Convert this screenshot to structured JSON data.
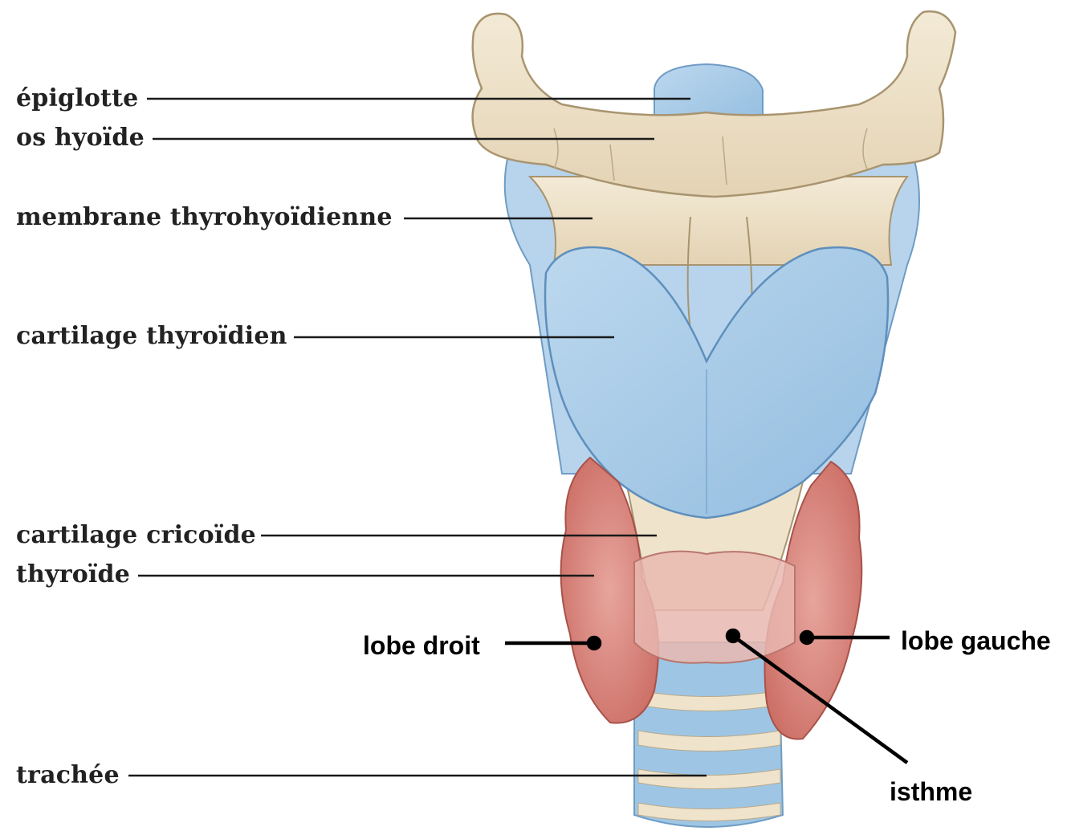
{
  "labels": {
    "epiglotte": "épiglotte",
    "os_hyoide": "os hyoïde",
    "membrane": "membrane thyrohyoïdienne",
    "cartilage_thyroidien": "cartilage thyroïdien",
    "cartilage_cricoide": "cartilage cricoïde",
    "thyroide": "thyroïde",
    "trachee": "trachée",
    "lobe_droit": "lobe droit",
    "lobe_gauche": "lobe gauche",
    "isthme": "isthme"
  },
  "colors": {
    "bone": "#efe3cb",
    "cartilage": "#a7cbe6",
    "thyroid": "#d98a82",
    "leader_line": "#1a1a1a"
  }
}
